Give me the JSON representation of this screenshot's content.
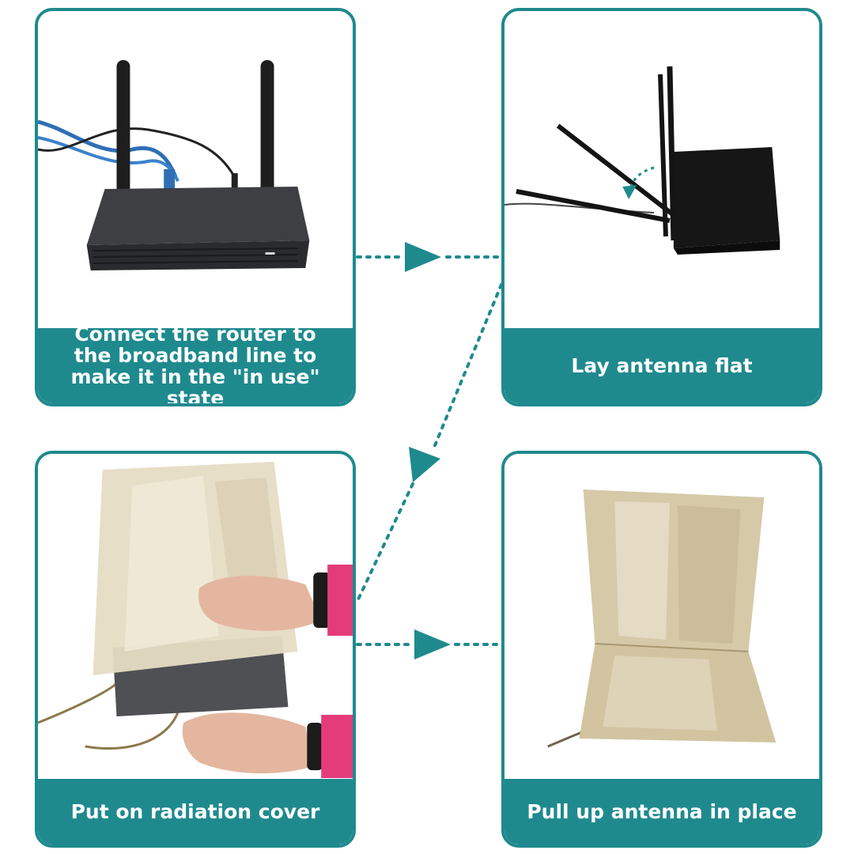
{
  "steps": [
    {
      "caption": "Connect the router to the broadband line to make it in the \"in use\" state",
      "photo": "router-connected-illustration"
    },
    {
      "caption": "Lay antenna flat",
      "photo": "router-antenna-flat-illustration"
    },
    {
      "caption": "Put on radiation cover",
      "photo": "hands-radiation-cover-illustration"
    },
    {
      "caption": "Pull up antenna in place",
      "photo": "covered-router-illustration"
    }
  ],
  "colors": {
    "accent": "#1f8a8e",
    "background": "#ffffff",
    "caption_text": "#ffffff"
  }
}
